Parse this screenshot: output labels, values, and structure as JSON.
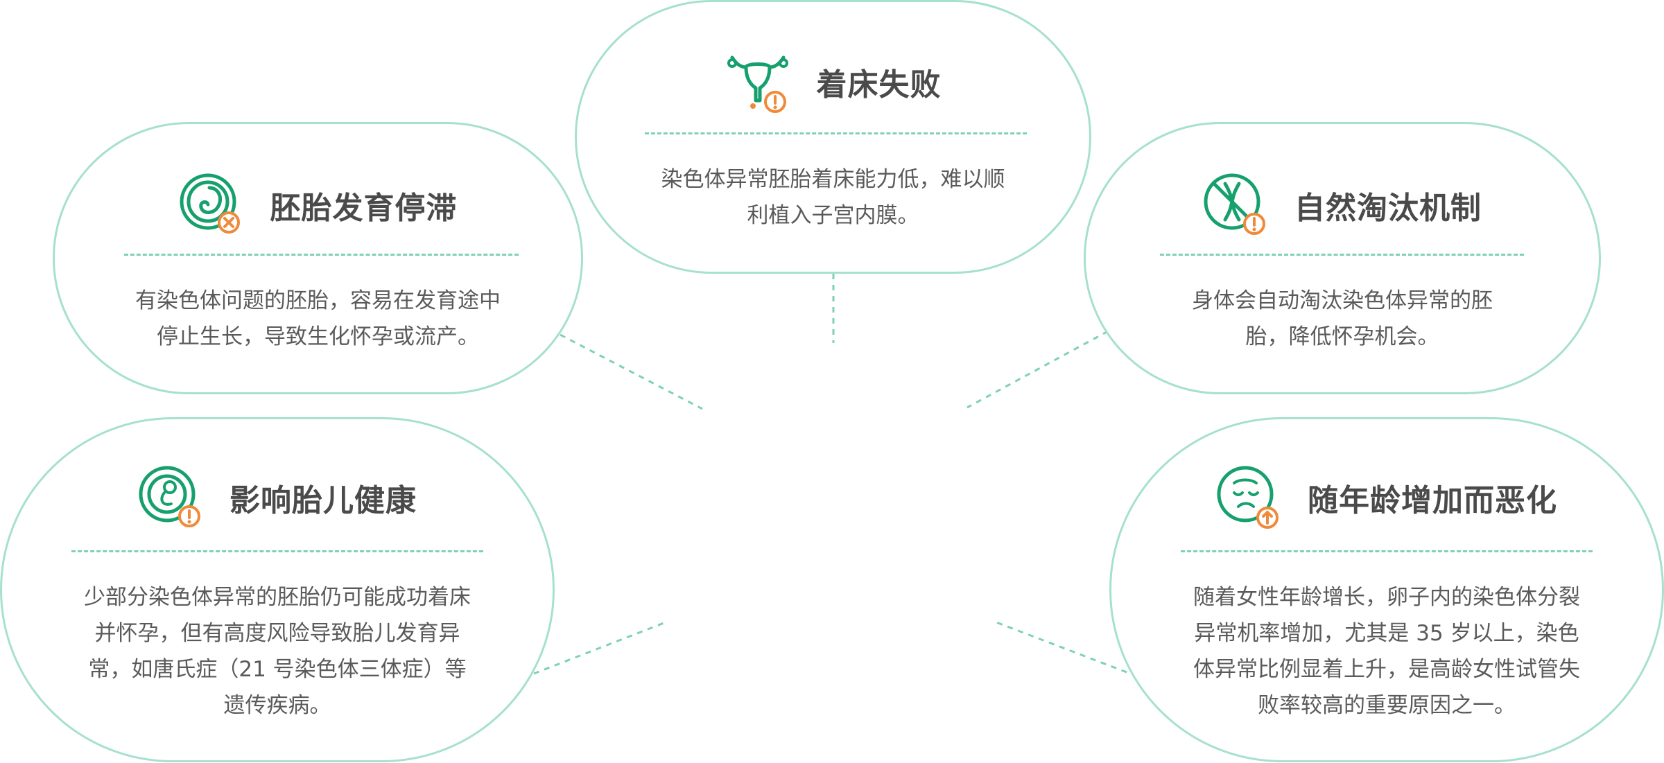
{
  "colors": {
    "border": "#a6e0cf",
    "green": "#16a06d",
    "orange": "#ef8a3a",
    "dash": "#7fd1b6"
  },
  "cards": [
    {
      "id": "stagnation",
      "icon": "embryo-x-icon",
      "title": "胚胎发育停滞",
      "lines": [
        "有染色体问题的胚胎，容易在发育途中",
        "停止生长，导致生化怀孕或流产。"
      ]
    },
    {
      "id": "implantation",
      "icon": "uterus-alert-icon",
      "title": "着床失败",
      "lines": [
        "染色体异常胚胎着床能力低，难以顺",
        "利植入子宫内膜。"
      ]
    },
    {
      "id": "selection",
      "icon": "chromosome-blocked-icon",
      "title": "自然淘汰机制",
      "lines": [
        "身体会自动淘汰染色体异常的胚",
        "胎，降低怀孕机会。"
      ]
    },
    {
      "id": "fetal-health",
      "icon": "fetus-alert-icon",
      "title": "影响胎儿健康",
      "lines": [
        "少部分染色体异常的胚胎仍可能成功着床",
        "并怀孕，但有高度风险导致胎儿发育异",
        "常，如唐氏症（21 号染色体三体症）等",
        "遗传疾病。"
      ]
    },
    {
      "id": "age",
      "icon": "sad-face-up-icon",
      "title": "随年龄增加而恶化",
      "lines": [
        "随着女性年龄增长，卵子内的染色体分裂",
        "异常机率增加，尤其是 35 岁以上，染色",
        "体异常比例显着上升，是高龄女性试管失",
        "败率较高的重要原因之一。"
      ]
    }
  ]
}
